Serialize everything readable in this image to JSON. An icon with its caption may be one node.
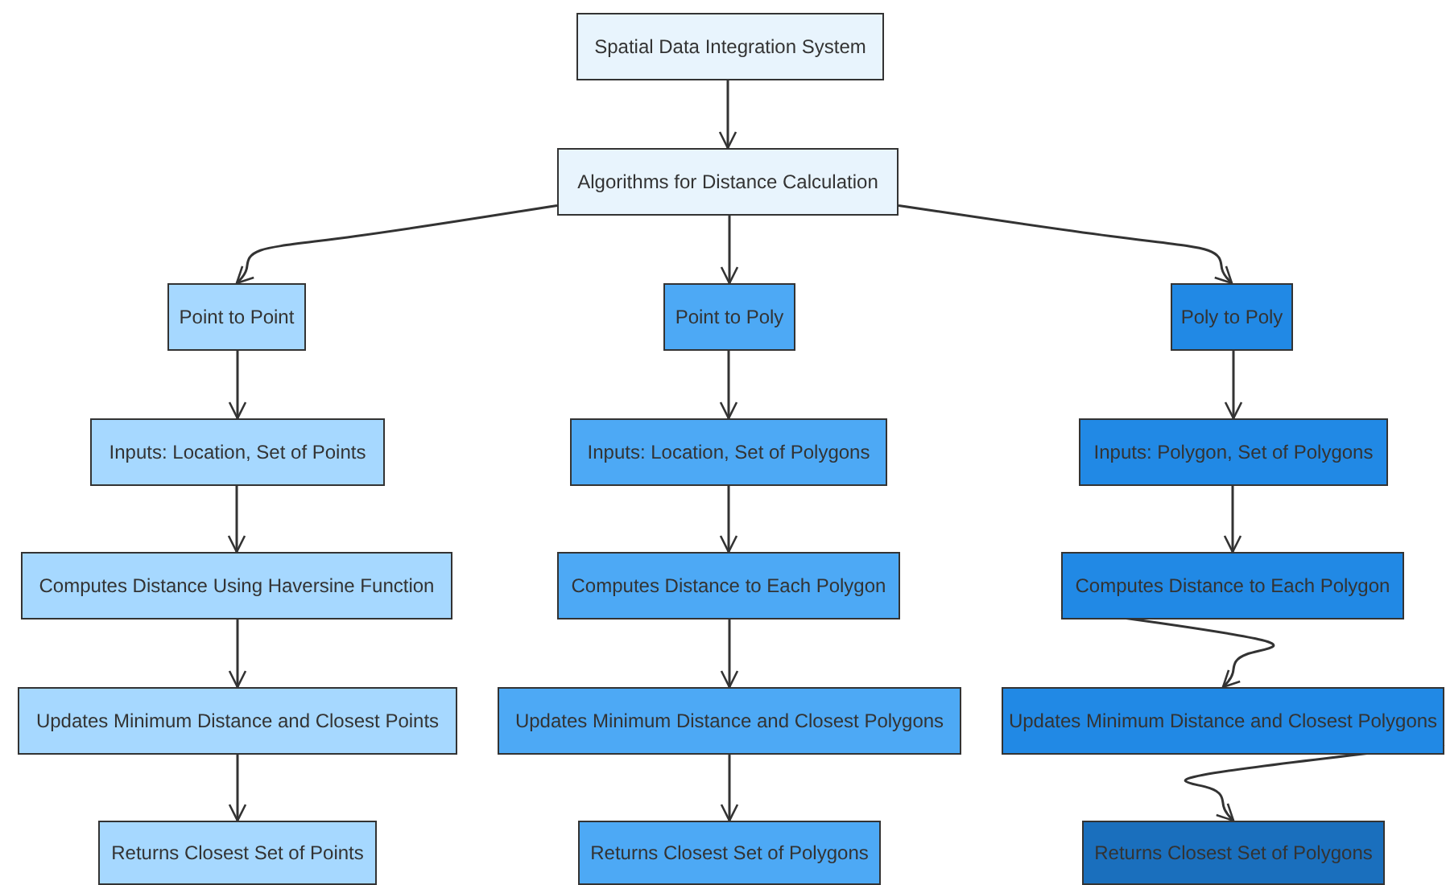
{
  "diagram": {
    "nodes": [
      {
        "text": [
          "Spatial Data Integration System"
        ]
      },
      {
        "text": [
          "Algorithms for Distance Calculation"
        ]
      },
      {
        "text": [
          "Point to Point"
        ]
      },
      {
        "text": [
          "Point to Poly"
        ]
      },
      {
        "text": [
          "Poly to Poly"
        ]
      },
      {
        "text": [
          "Inputs: Location, Set of Points"
        ]
      },
      {
        "text": [
          "Inputs: Location, Set of Polygons"
        ]
      },
      {
        "text": [
          "Inputs: Polygon, Set of Polygons"
        ]
      },
      {
        "text": [
          "Computes Distance Using Haversine Function"
        ]
      },
      {
        "text": [
          "Computes Distance to Each Polygon"
        ]
      },
      {
        "text": [
          "Computes Distance to Each Polygon"
        ]
      },
      {
        "text": [
          "Updates Minimum Distance and Closest Points"
        ]
      },
      {
        "text": [
          "Updates Minimum Distance and Closest Polygons"
        ]
      },
      {
        "text": [
          "Updates Minimum Distance and Closest Polygons"
        ]
      },
      {
        "text": [
          "Returns Closest Set of Points"
        ]
      },
      {
        "text": [
          "Returns Closest Set of Polygons"
        ]
      },
      {
        "text": [
          "Returns Closest Set of Polygons"
        ]
      }
    ],
    "edges": [
      {
        "from": 0,
        "to": 1,
        "arrow": "to"
      },
      {
        "from": 1,
        "to": 2,
        "arrow": "to"
      },
      {
        "from": 1,
        "to": 3,
        "arrow": "to"
      },
      {
        "from": 1,
        "to": 4,
        "arrow": "to"
      },
      {
        "from": 2,
        "to": 5,
        "arrow": "to"
      },
      {
        "from": 3,
        "to": 6,
        "arrow": "to"
      },
      {
        "from": 4,
        "to": 7,
        "arrow": "to"
      },
      {
        "from": 5,
        "to": 8,
        "arrow": "to"
      },
      {
        "from": 6,
        "to": 9,
        "arrow": "to"
      },
      {
        "from": 7,
        "to": 10,
        "arrow": "to"
      },
      {
        "from": 8,
        "to": 11,
        "arrow": "to"
      },
      {
        "from": 9,
        "to": 12,
        "arrow": "to"
      },
      {
        "from": 10,
        "to": 13,
        "arrow": "to"
      },
      {
        "from": 11,
        "to": 14,
        "arrow": "to"
      },
      {
        "from": 12,
        "to": 15,
        "arrow": "to"
      },
      {
        "from": 13,
        "to": 16,
        "arrow": "to"
      }
    ]
  }
}
